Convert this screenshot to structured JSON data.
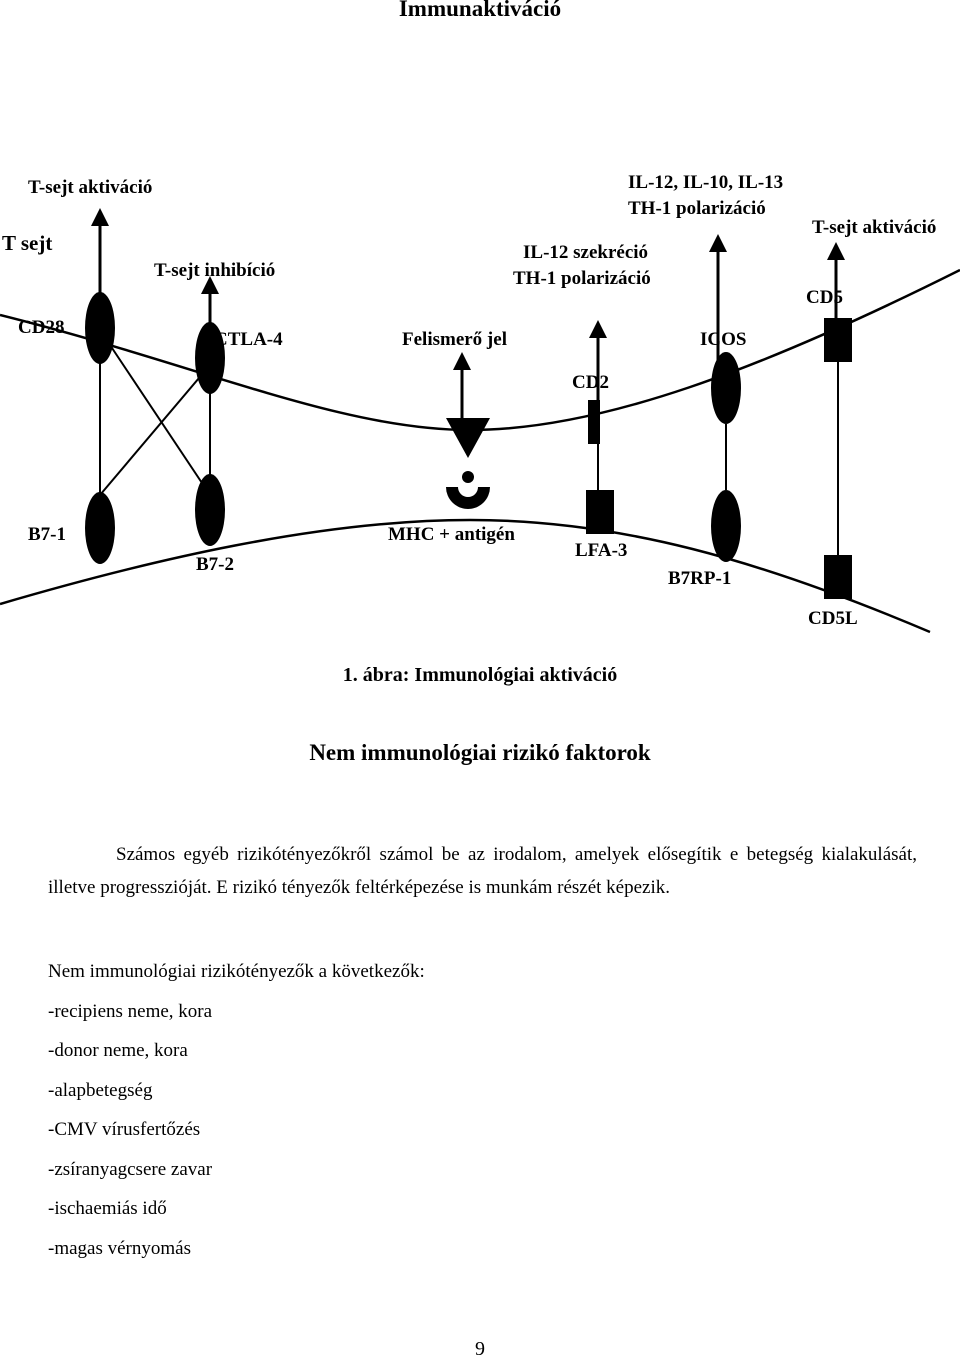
{
  "page": {
    "title": "Immunaktiváció",
    "page_number": "9"
  },
  "diagram": {
    "t_cell_label": "T sejt",
    "tcell_molecules": {
      "cd28": "CD28",
      "ctla4": "CTLA-4",
      "recognition": "Felismerő jel",
      "cd2": "CD2",
      "icos": "ICOS",
      "cd5": "CD5"
    },
    "effects": {
      "cd28": "T-sejt aktiváció",
      "ctla4": "T-sejt inhibíció",
      "cd2_line1": "IL-12 szekréció",
      "cd2_line2": "TH-1 polarizáció",
      "icos_line1": "IL-12, IL-10, IL-13",
      "icos_line2": "TH-1 polarizáció",
      "cd5": "T-sejt aktiváció"
    },
    "apc_molecules": {
      "b71": "B7-1",
      "b72": "B7-2",
      "mhc": "MHC + antigén",
      "lfa3": "LFA-3",
      "b7rp1": "B7RP-1",
      "cd5l": "CD5L"
    }
  },
  "caption": "1. ábra: Immunológiai aktiváció",
  "section": {
    "heading": "Nem immunológiai rizikó faktorok",
    "paragraph": "Számos egyéb rizikótényezőkről számol be az irodalom, amelyek elősegítik e betegség kialakulását, illetve progresszióját. E rizikó tényezők feltérképezése is munkám részét képezik.",
    "list_intro": "Nem immunológiai rizikótényezők a következők:",
    "items": [
      "-recipiens neme, kora",
      "-donor neme, kora",
      "-alapbetegség",
      "-CMV vírusfertőzés",
      "-zsíranyagcsere zavar",
      "-ischaemiás idő",
      "-magas vérnyomás"
    ]
  }
}
